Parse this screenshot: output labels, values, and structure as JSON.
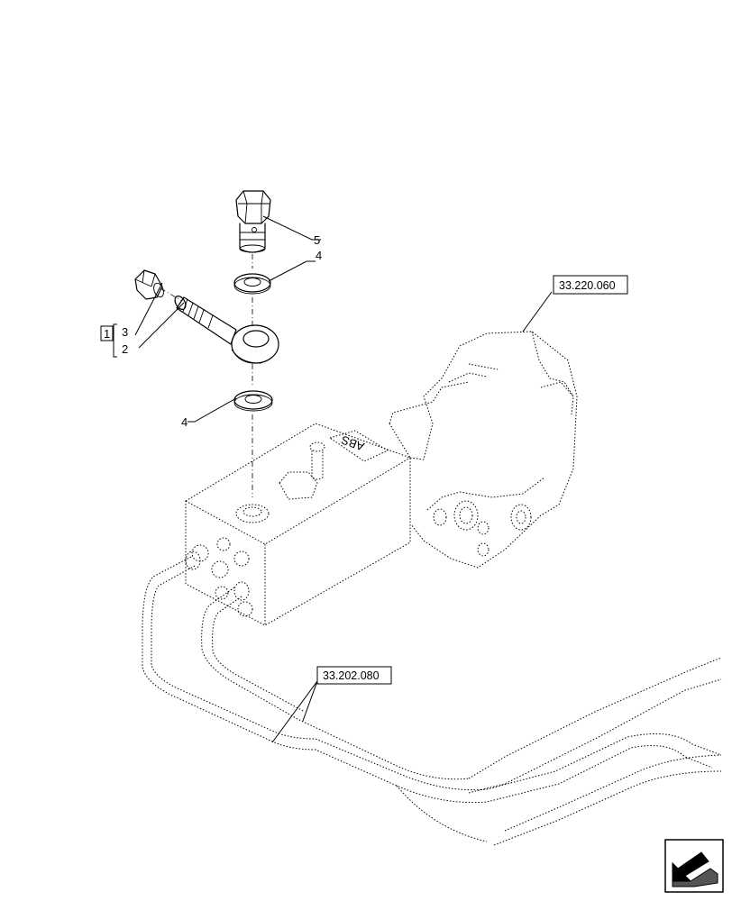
{
  "callouts": {
    "part_5": "5",
    "part_4_upper": "4",
    "part_4_lower": "4",
    "part_3": "3",
    "part_2": "2",
    "kit_1": "1"
  },
  "references": {
    "valve_block_ref": "33.220.060",
    "brake_lines_ref": "33.202.080"
  },
  "valve_label": "ABS",
  "nav_icon": "next-page-arrow-icon"
}
